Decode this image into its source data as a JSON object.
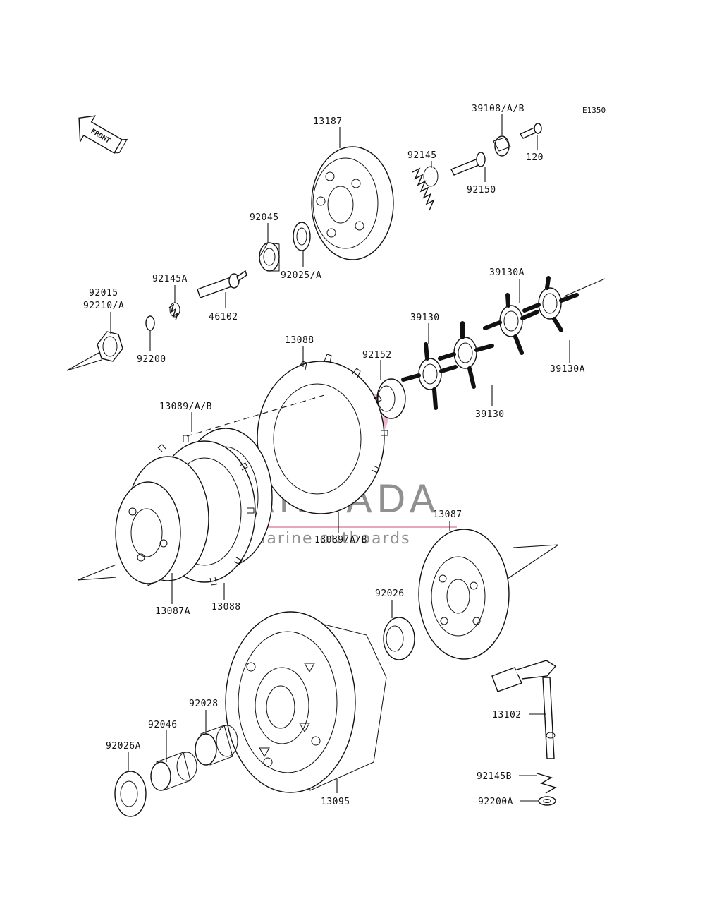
{
  "diagram_code": "E1350",
  "front_marker": "FRONT",
  "watermark": {
    "brand": "ARMADA",
    "tagline": "marine outboards",
    "color": "#e8a5c0"
  },
  "labels": [
    "39108/A/B",
    "120",
    "13187",
    "92145",
    "92150",
    "92045",
    "92025/A",
    "92145A",
    "46102",
    "92015",
    "92210/A",
    "92200",
    "39130A",
    "39130",
    "39130A",
    "39130",
    "13088",
    "92152",
    "13089/A/B",
    "13089/A/B",
    "13087",
    "13087A",
    "13088",
    "92026",
    "92028",
    "92046",
    "92026A",
    "13095",
    "13102",
    "92145B",
    "92200A"
  ]
}
